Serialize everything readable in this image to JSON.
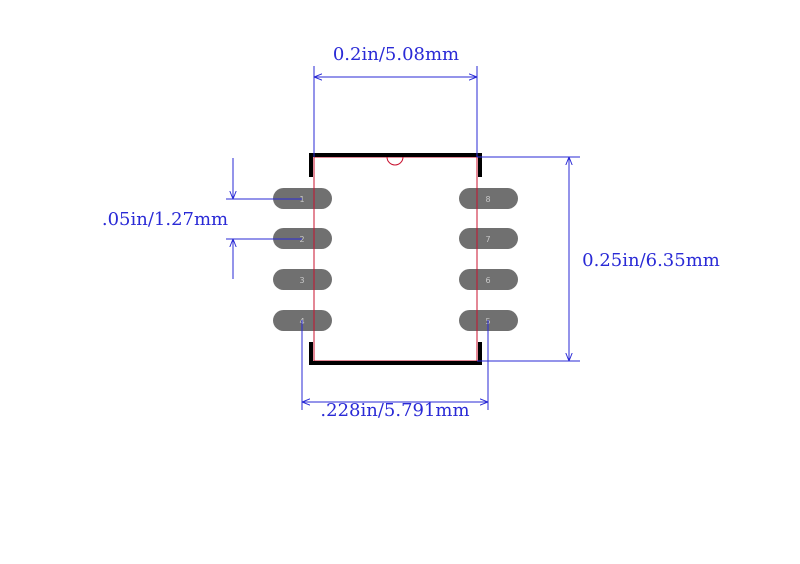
{
  "dimensions": {
    "top_width": "0.2in/5.08mm",
    "bottom_width": ".228in/5.791mm",
    "pitch": ".05in/1.27mm",
    "height": "0.25in/6.35mm"
  },
  "pins": {
    "left": [
      "1",
      "2",
      "3",
      "4"
    ],
    "right": [
      "8",
      "7",
      "6",
      "5"
    ]
  },
  "colors": {
    "dimension": "#2a2ad6",
    "outline": "#c8102e",
    "silkscreen": "#000000",
    "pad": "#707070",
    "pad_text": "#c8c8c8"
  }
}
